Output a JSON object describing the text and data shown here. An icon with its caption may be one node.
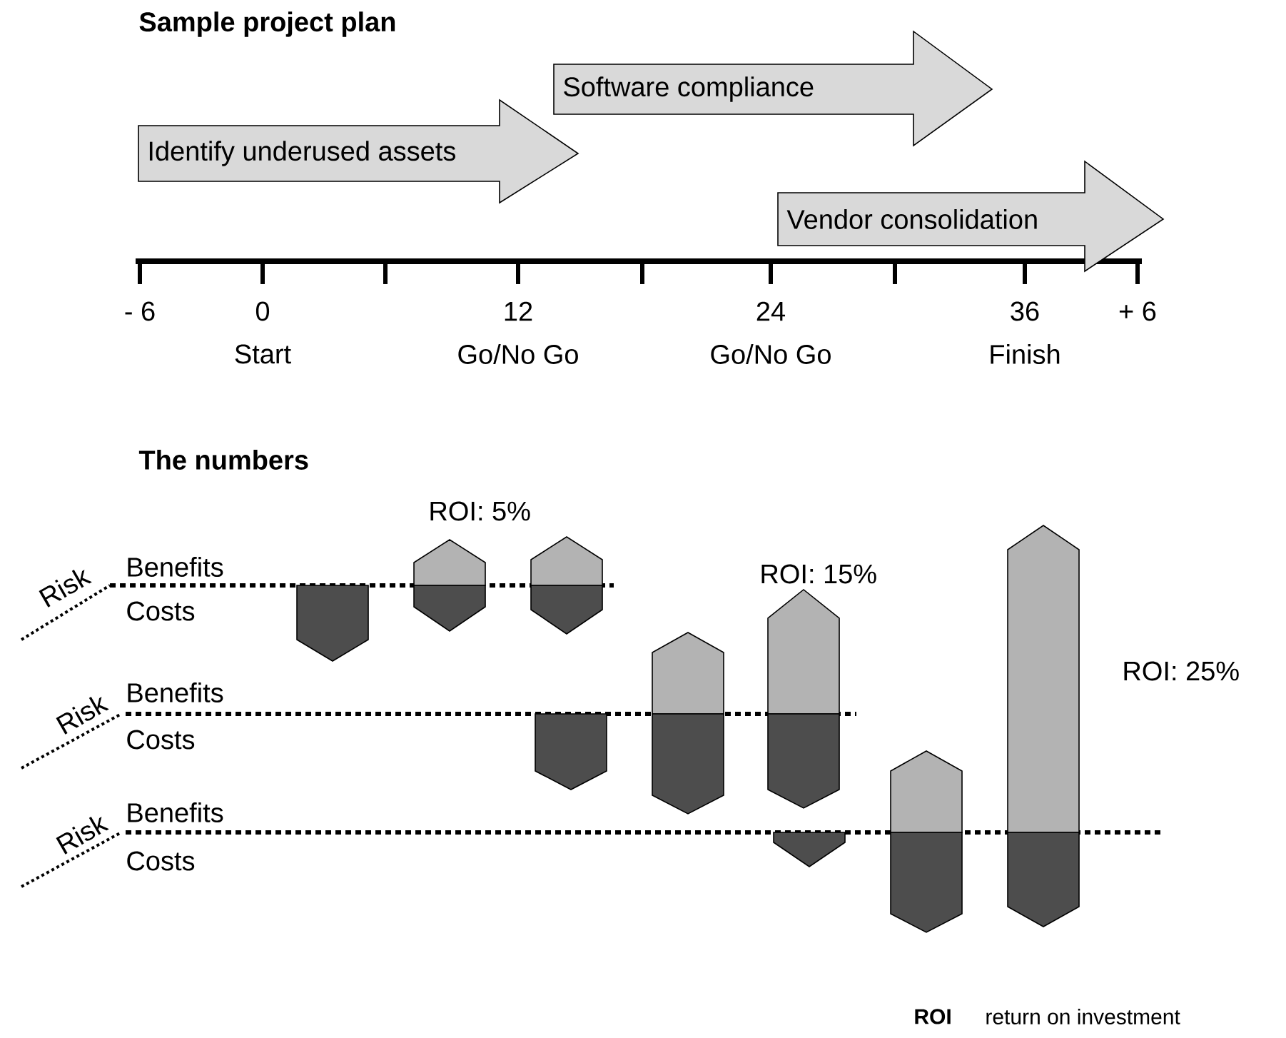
{
  "diagram": {
    "title": "Sample project plan",
    "nodes": [
      {
        "text": [
          "Software compliance"
        ]
      },
      {
        "text": [
          "Identify underused assets"
        ]
      },
      {
        "text": [
          "Vendor consolidation"
        ]
      }
    ],
    "labels": [
      "- 6",
      "0",
      "12",
      "24",
      "36",
      "+ 6",
      "Start",
      "Go/No Go",
      "Go/No Go",
      "Finish",
      "The numbers",
      "ROI: 5%",
      "Risk",
      "Benefits",
      "ROI: 15%",
      "Costs",
      "Risk",
      "Benefits",
      "Costs",
      "ROI: 25%",
      "Risk",
      "Benefits",
      "Costs",
      "ROI",
      "return on investment"
    ]
  }
}
